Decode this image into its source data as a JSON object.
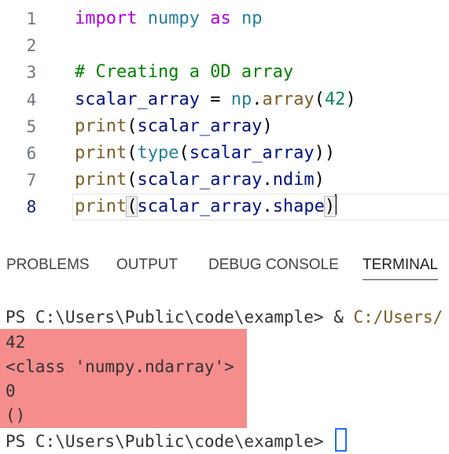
{
  "editor": {
    "lines": [
      {
        "n": "1",
        "tokens": [
          {
            "c": "kw",
            "t": "import"
          },
          {
            "c": "pl",
            "t": " "
          },
          {
            "c": "mod",
            "t": "numpy"
          },
          {
            "c": "pl",
            "t": " "
          },
          {
            "c": "kw",
            "t": "as"
          },
          {
            "c": "pl",
            "t": " "
          },
          {
            "c": "mod",
            "t": "np"
          }
        ]
      },
      {
        "n": "2",
        "tokens": []
      },
      {
        "n": "3",
        "tokens": [
          {
            "c": "cm",
            "t": "# Creating a 0D array"
          }
        ]
      },
      {
        "n": "4",
        "tokens": [
          {
            "c": "var",
            "t": "scalar_array"
          },
          {
            "c": "pl",
            "t": " = "
          },
          {
            "c": "mod",
            "t": "np"
          },
          {
            "c": "pl",
            "t": "."
          },
          {
            "c": "fn",
            "t": "array"
          },
          {
            "c": "pl",
            "t": "("
          },
          {
            "c": "num",
            "t": "42"
          },
          {
            "c": "pl",
            "t": ")"
          }
        ]
      },
      {
        "n": "5",
        "tokens": [
          {
            "c": "fn",
            "t": "print"
          },
          {
            "c": "pl",
            "t": "("
          },
          {
            "c": "var",
            "t": "scalar_array"
          },
          {
            "c": "pl",
            "t": ")"
          }
        ]
      },
      {
        "n": "6",
        "tokens": [
          {
            "c": "fn",
            "t": "print"
          },
          {
            "c": "pl",
            "t": "("
          },
          {
            "c": "mod",
            "t": "type"
          },
          {
            "c": "pl",
            "t": "("
          },
          {
            "c": "var",
            "t": "scalar_array"
          },
          {
            "c": "pl",
            "t": "))"
          }
        ]
      },
      {
        "n": "7",
        "tokens": [
          {
            "c": "fn",
            "t": "print"
          },
          {
            "c": "pl",
            "t": "("
          },
          {
            "c": "var",
            "t": "scalar_array"
          },
          {
            "c": "pl",
            "t": "."
          },
          {
            "c": "var",
            "t": "ndim"
          },
          {
            "c": "pl",
            "t": ")"
          }
        ]
      },
      {
        "n": "8",
        "tokens": [
          {
            "c": "fn",
            "t": "print"
          },
          {
            "c": "pl bh",
            "t": "("
          },
          {
            "c": "var",
            "t": "scalar_array"
          },
          {
            "c": "pl",
            "t": "."
          },
          {
            "c": "var",
            "t": "shape"
          },
          {
            "c": "pl bh",
            "t": ")"
          }
        ]
      }
    ],
    "active_line": "8"
  },
  "panel": {
    "tabs": {
      "problems": "PROBLEMS",
      "output": "OUTPUT",
      "debug_console": "DEBUG CONSOLE",
      "terminal": "TERMINAL"
    },
    "terminal": {
      "prompt_1_prefix": "PS C:\\Users\\Public\\code\\example> & ",
      "prompt_1_path": "C:/Users/",
      "output": [
        "42",
        "<class 'numpy.ndarray'>",
        "0",
        "()"
      ],
      "prompt_2": "PS C:\\Users\\Public\\code\\example> "
    }
  }
}
